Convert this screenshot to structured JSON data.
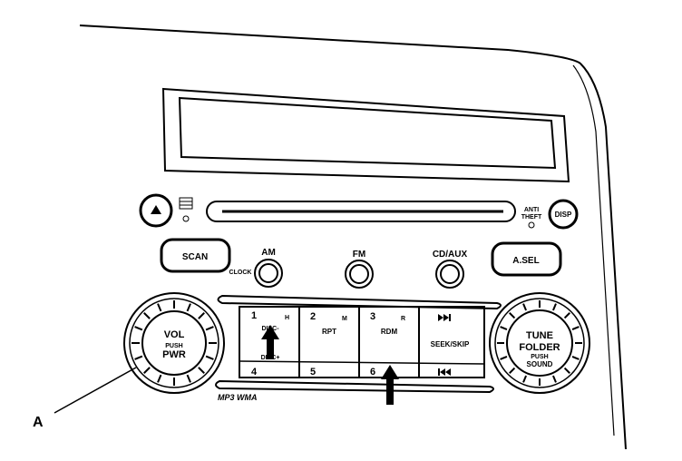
{
  "callout": {
    "label": "A"
  },
  "buttons": {
    "eject_icon": "eject-icon",
    "disp": "DISP",
    "scan": "SCAN",
    "asel": "A.SEL",
    "am": "AM",
    "clock": "CLOCK",
    "fm": "FM",
    "cd_aux": "CD/AUX",
    "anti_theft_1": "ANTI",
    "anti_theft_2": "THEFT"
  },
  "knobs": {
    "vol": {
      "line1": "VOL",
      "line2": "PUSH",
      "line3": "PWR"
    },
    "tune": {
      "line1": "TUNE",
      "line2": "FOLDER",
      "line3": "PUSH",
      "line4": "SOUND"
    }
  },
  "presets": {
    "p1_num": "1",
    "p1_sub": "H",
    "p1_label": "DISC-",
    "p1_label2": "DISC+",
    "p2_num": "2",
    "p2_sub": "M",
    "p2_label": "RPT",
    "p3_num": "3",
    "p3_sub": "R",
    "p3_label": "RDM",
    "p4_num": "4",
    "p5_num": "5",
    "p6_num": "6",
    "seek_skip": "SEEK/SKIP"
  },
  "format_label": "MP3 WMA",
  "colors": {
    "ink": "#000000",
    "paper": "#ffffff"
  }
}
